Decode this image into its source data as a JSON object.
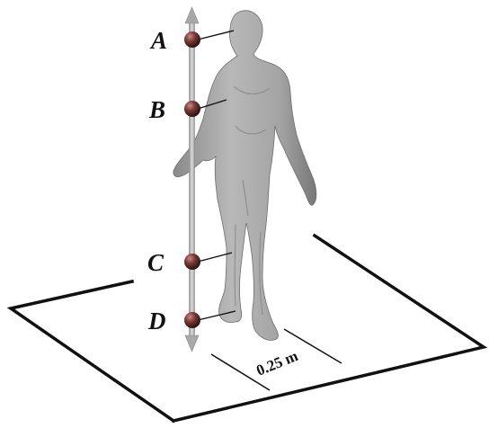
{
  "points": [
    {
      "id": "A",
      "label": "A"
    },
    {
      "id": "B",
      "label": "B"
    },
    {
      "id": "C",
      "label": "C"
    },
    {
      "id": "D",
      "label": "D"
    }
  ],
  "dimension": {
    "label": "0.25 m"
  },
  "colors": {
    "floor_outline": "#111111",
    "pole": "#bdbdbd",
    "pole_edge": "#8a8a8a",
    "sphere": "#7a3a36",
    "sphere_highlight": "#c08080",
    "figure_skin": "#a9a9a9",
    "figure_shadow": "#7c7c7c",
    "arrow": "#a8a8a8"
  }
}
